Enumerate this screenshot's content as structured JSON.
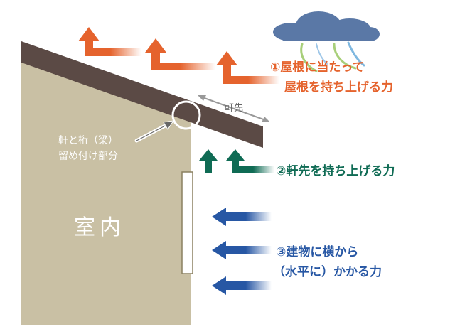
{
  "labels": {
    "force1_line1": "①屋根に当たって",
    "force1_line2": "屋根を持ち上げる力",
    "force2": "②軒先を持ち上げる力",
    "force3_line1": "③建物に横から",
    "force3_line2": "（水平に）かかる力",
    "eaves": "軒先",
    "joint_line1": "軒と桁（梁）",
    "joint_line2": "留め付け部分",
    "room": "室内"
  },
  "colors": {
    "orange": "#e5632d",
    "green": "#0f6b54",
    "blue": "#2757a4",
    "wall": "#c9c0a4",
    "roof": "#5b4a45",
    "cloud": "#5a78a6"
  }
}
